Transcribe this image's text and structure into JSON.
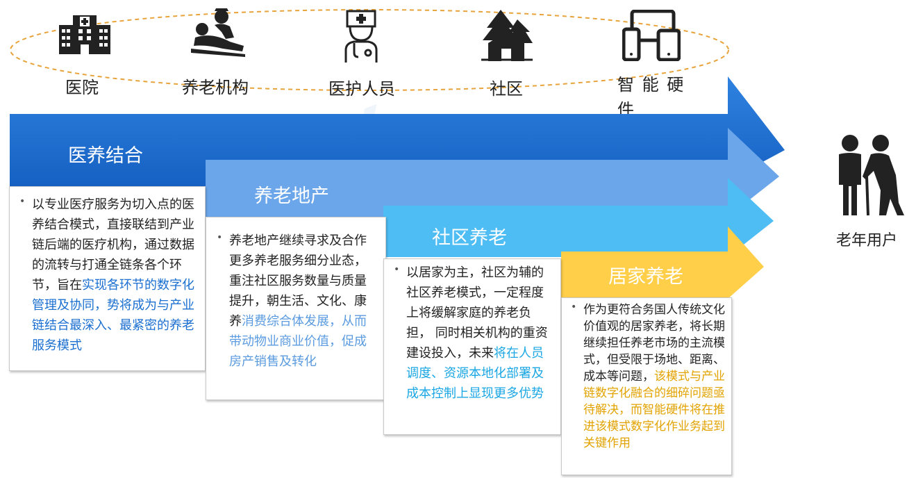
{
  "colors": {
    "arrow1": "#1f6fd1",
    "arrow2": "#6ba6ea",
    "arrow3": "#43b8f2",
    "arrow4": "#ffd04f",
    "ellipse": "#e8a33a",
    "icon": "#222222"
  },
  "top_icons": [
    {
      "icon": "hospital-icon",
      "label": "医院"
    },
    {
      "icon": "nursing-home-icon",
      "label": "养老机构"
    },
    {
      "icon": "nurse-icon",
      "label": "医护人员"
    },
    {
      "icon": "community-icon",
      "label": "社区"
    },
    {
      "icon": "smart-devices-icon",
      "label": "智 能 硬 件"
    }
  ],
  "models": [
    {
      "title": "医养结合",
      "text_plain": "以专业医疗服务为切入点的医养结合模式，直接联结到产业链后端的医疗机构，通过数据的流转与打通全链条各个环节，旨在",
      "text_highlight": "实现各环节的数字化管理及协同，势将成为与产业链结合最深入、最紧密的养老服务模式"
    },
    {
      "title": "养老地产",
      "text_plain": "养老地产继续寻求及合作更多养老服务细分业态，重注社区服务数量与质量提升，朝生活、文化、康养",
      "text_highlight": "消费综合体发展，从而带动物业商业价值，促成房产销售及转化"
    },
    {
      "title": "社区养老",
      "text_plain": "以居家为主，社区为辅的社区养老模式，一定程度上将缓解家庭的养老负担， 同时相关机构的重资建设投入，未来",
      "text_highlight": "将在人员调度、资源本地化部署及成本控制上显现更多优势"
    },
    {
      "title": "居家养老",
      "text_plain": "作为更符合务国人传统文化价值观的居家养老，将长期继续担任养老市场的主流模式，但受限于场地、距离、成本等问题，",
      "text_highlight": "该模式与产业链数字化融合的细碎问题亟待解决，而智能硬件将在推进该模式数字化作业务起到关键作用"
    }
  ],
  "end_user": {
    "icon": "elderly-couple-icon",
    "label": "老年用户"
  }
}
